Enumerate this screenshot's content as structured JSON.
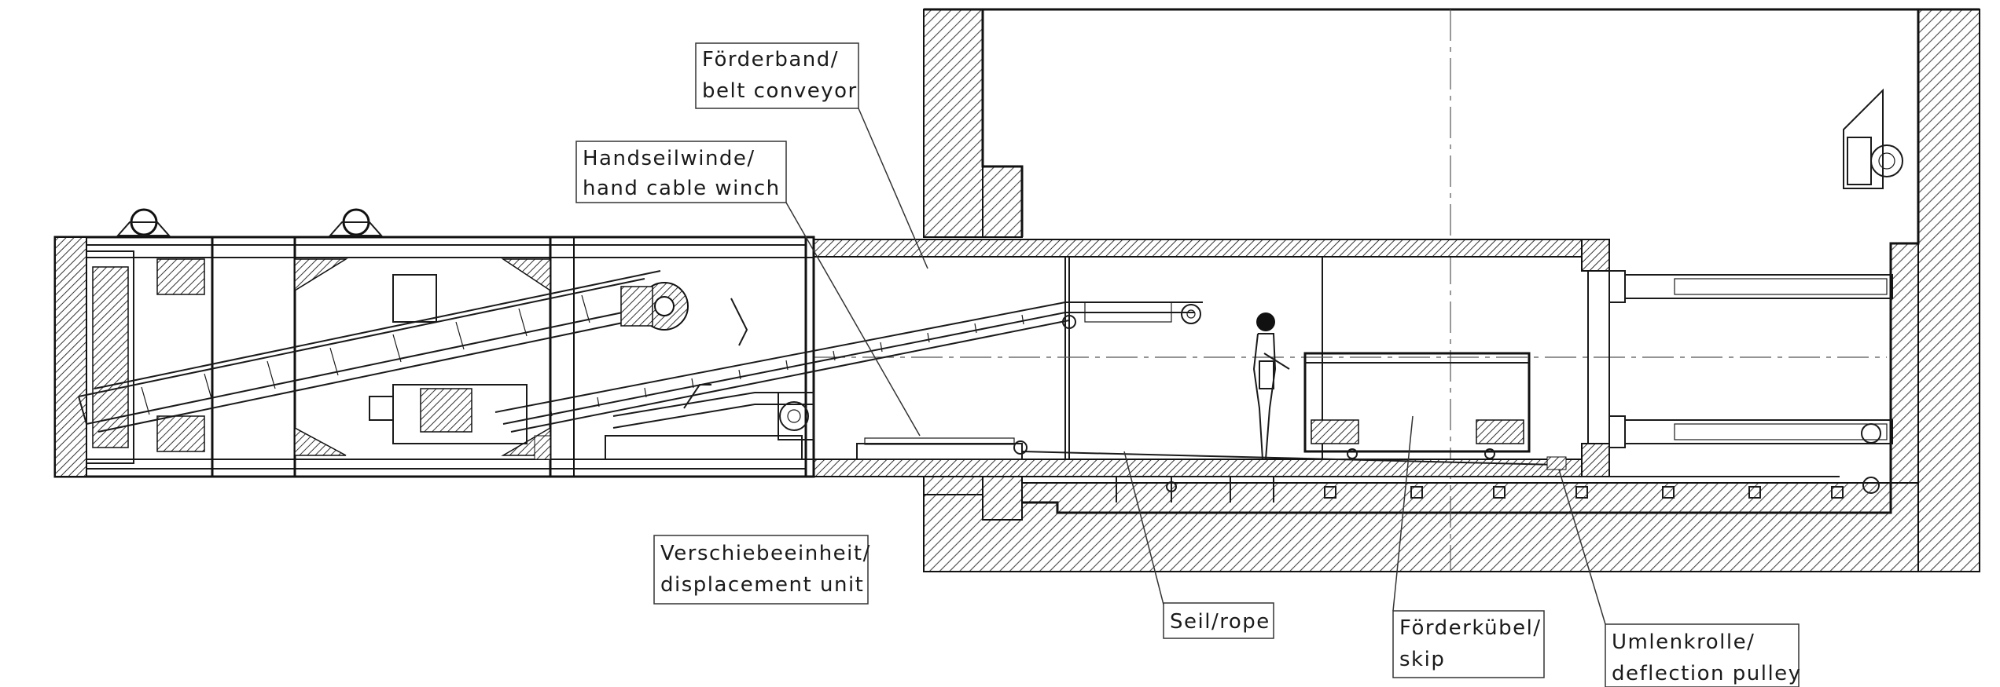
{
  "labels": {
    "belt_conveyor": [
      "Förderband/",
      "belt conveyor"
    ],
    "hand_winch": [
      "Handseilwinde/",
      "hand cable winch"
    ],
    "displacement": [
      "Verschiebeeinheit/",
      "displacement unit"
    ],
    "rope": [
      "Seil/rope"
    ],
    "skip": [
      "Förderkübel/",
      "skip"
    ],
    "pulley": [
      "Umlenkrolle/",
      "deflection pulley"
    ]
  },
  "colors": {
    "line": "#1a1a1a",
    "hatch": "#555555",
    "background": "#ffffff"
  }
}
